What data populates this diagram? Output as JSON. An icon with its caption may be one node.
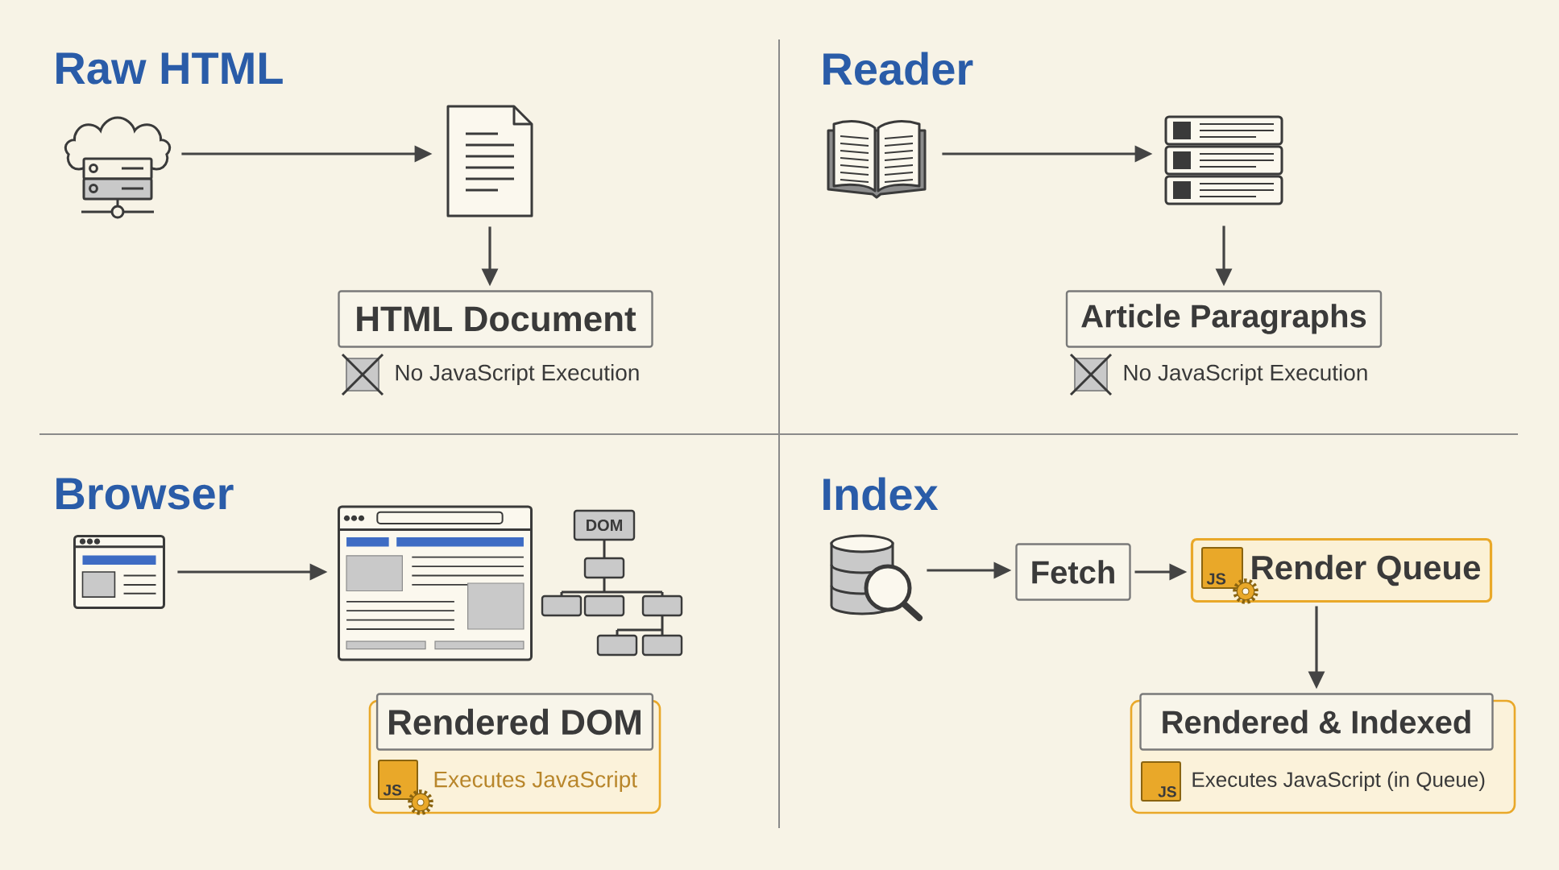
{
  "diagram": {
    "nodes": [
      {
        "text": [],
        "shape": "cloud"
      },
      {
        "text": [],
        "shape": "document"
      },
      {
        "text": [
          "HTML Document"
        ],
        "beside": [
          "No JavaScript Execution"
        ]
      },
      {
        "text": [],
        "shape": "book"
      },
      {
        "text": [],
        "shape": "list"
      },
      {
        "text": [
          "Article Paragraphs"
        ],
        "beside": [
          "No JavaScript Execution"
        ]
      },
      {
        "text": [],
        "shape": "window"
      },
      {
        "text": [],
        "shape": "window"
      },
      {
        "text": [
          "Rendered DOM"
        ],
        "beside": [
          "Executes JavaScript"
        ]
      },
      {
        "text": [],
        "shape": "cylinder"
      },
      {
        "text": [
          "Fetch"
        ]
      },
      {
        "text": [
          "Render Queue"
        ]
      },
      {
        "text": [
          "Rendered & Indexed"
        ],
        "beside": [
          "Executes JavaScript (in Queue)"
        ]
      }
    ],
    "edges": [
      {
        "from": 0,
        "to": 1,
        "arrow": "to"
      },
      {
        "from": 1,
        "to": 2,
        "arrow": "to"
      },
      {
        "from": 3,
        "to": 4,
        "arrow": "to"
      },
      {
        "from": 4,
        "to": 5,
        "arrow": "to"
      },
      {
        "from": 6,
        "to": 7,
        "arrow": "to"
      },
      {
        "from": 9,
        "to": 10,
        "arrow": "to"
      },
      {
        "from": 10,
        "to": 11,
        "arrow": "to"
      },
      {
        "from": 11,
        "to": 12,
        "arrow": "to"
      }
    ],
    "labels": [
      "Raw HTML",
      "Reader",
      "Browser",
      "Index",
      "DOM",
      "JS",
      "JS",
      "JS"
    ]
  }
}
